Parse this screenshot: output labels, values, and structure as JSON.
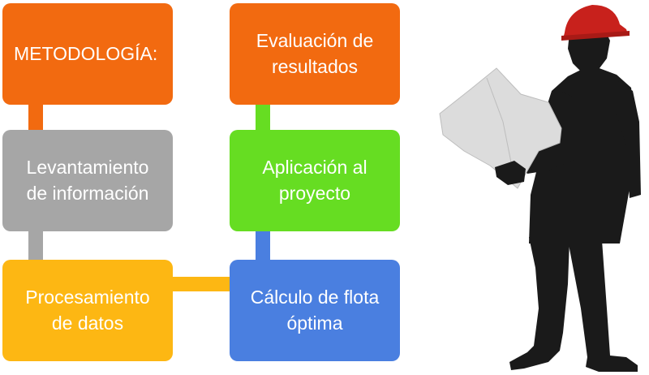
{
  "diagram": {
    "steps": [
      {
        "lines": [
          "METODOLOGÍA:"
        ],
        "color": "#f26a10"
      },
      {
        "lines": [
          "Levantamiento",
          "de información"
        ],
        "color": "#a6a6a6"
      },
      {
        "lines": [
          "Procesamiento",
          "de datos"
        ],
        "color": "#fdb713"
      },
      {
        "lines": [
          "Cálculo de flota",
          "óptima"
        ],
        "color": "#4a7fe0"
      },
      {
        "lines": [
          "Aplicación al",
          "proyecto"
        ],
        "color": "#66dd22"
      },
      {
        "lines": [
          "Evaluación de",
          "resultados"
        ],
        "color": "#f26a10"
      }
    ],
    "text_color": "#ffffff"
  },
  "illustration": {
    "icon": "engineer-reading-blueprint-icon",
    "helmet_color": "#c8211c",
    "silhouette_color": "#1a1a1a",
    "paper_color": "#dcdcdc"
  }
}
